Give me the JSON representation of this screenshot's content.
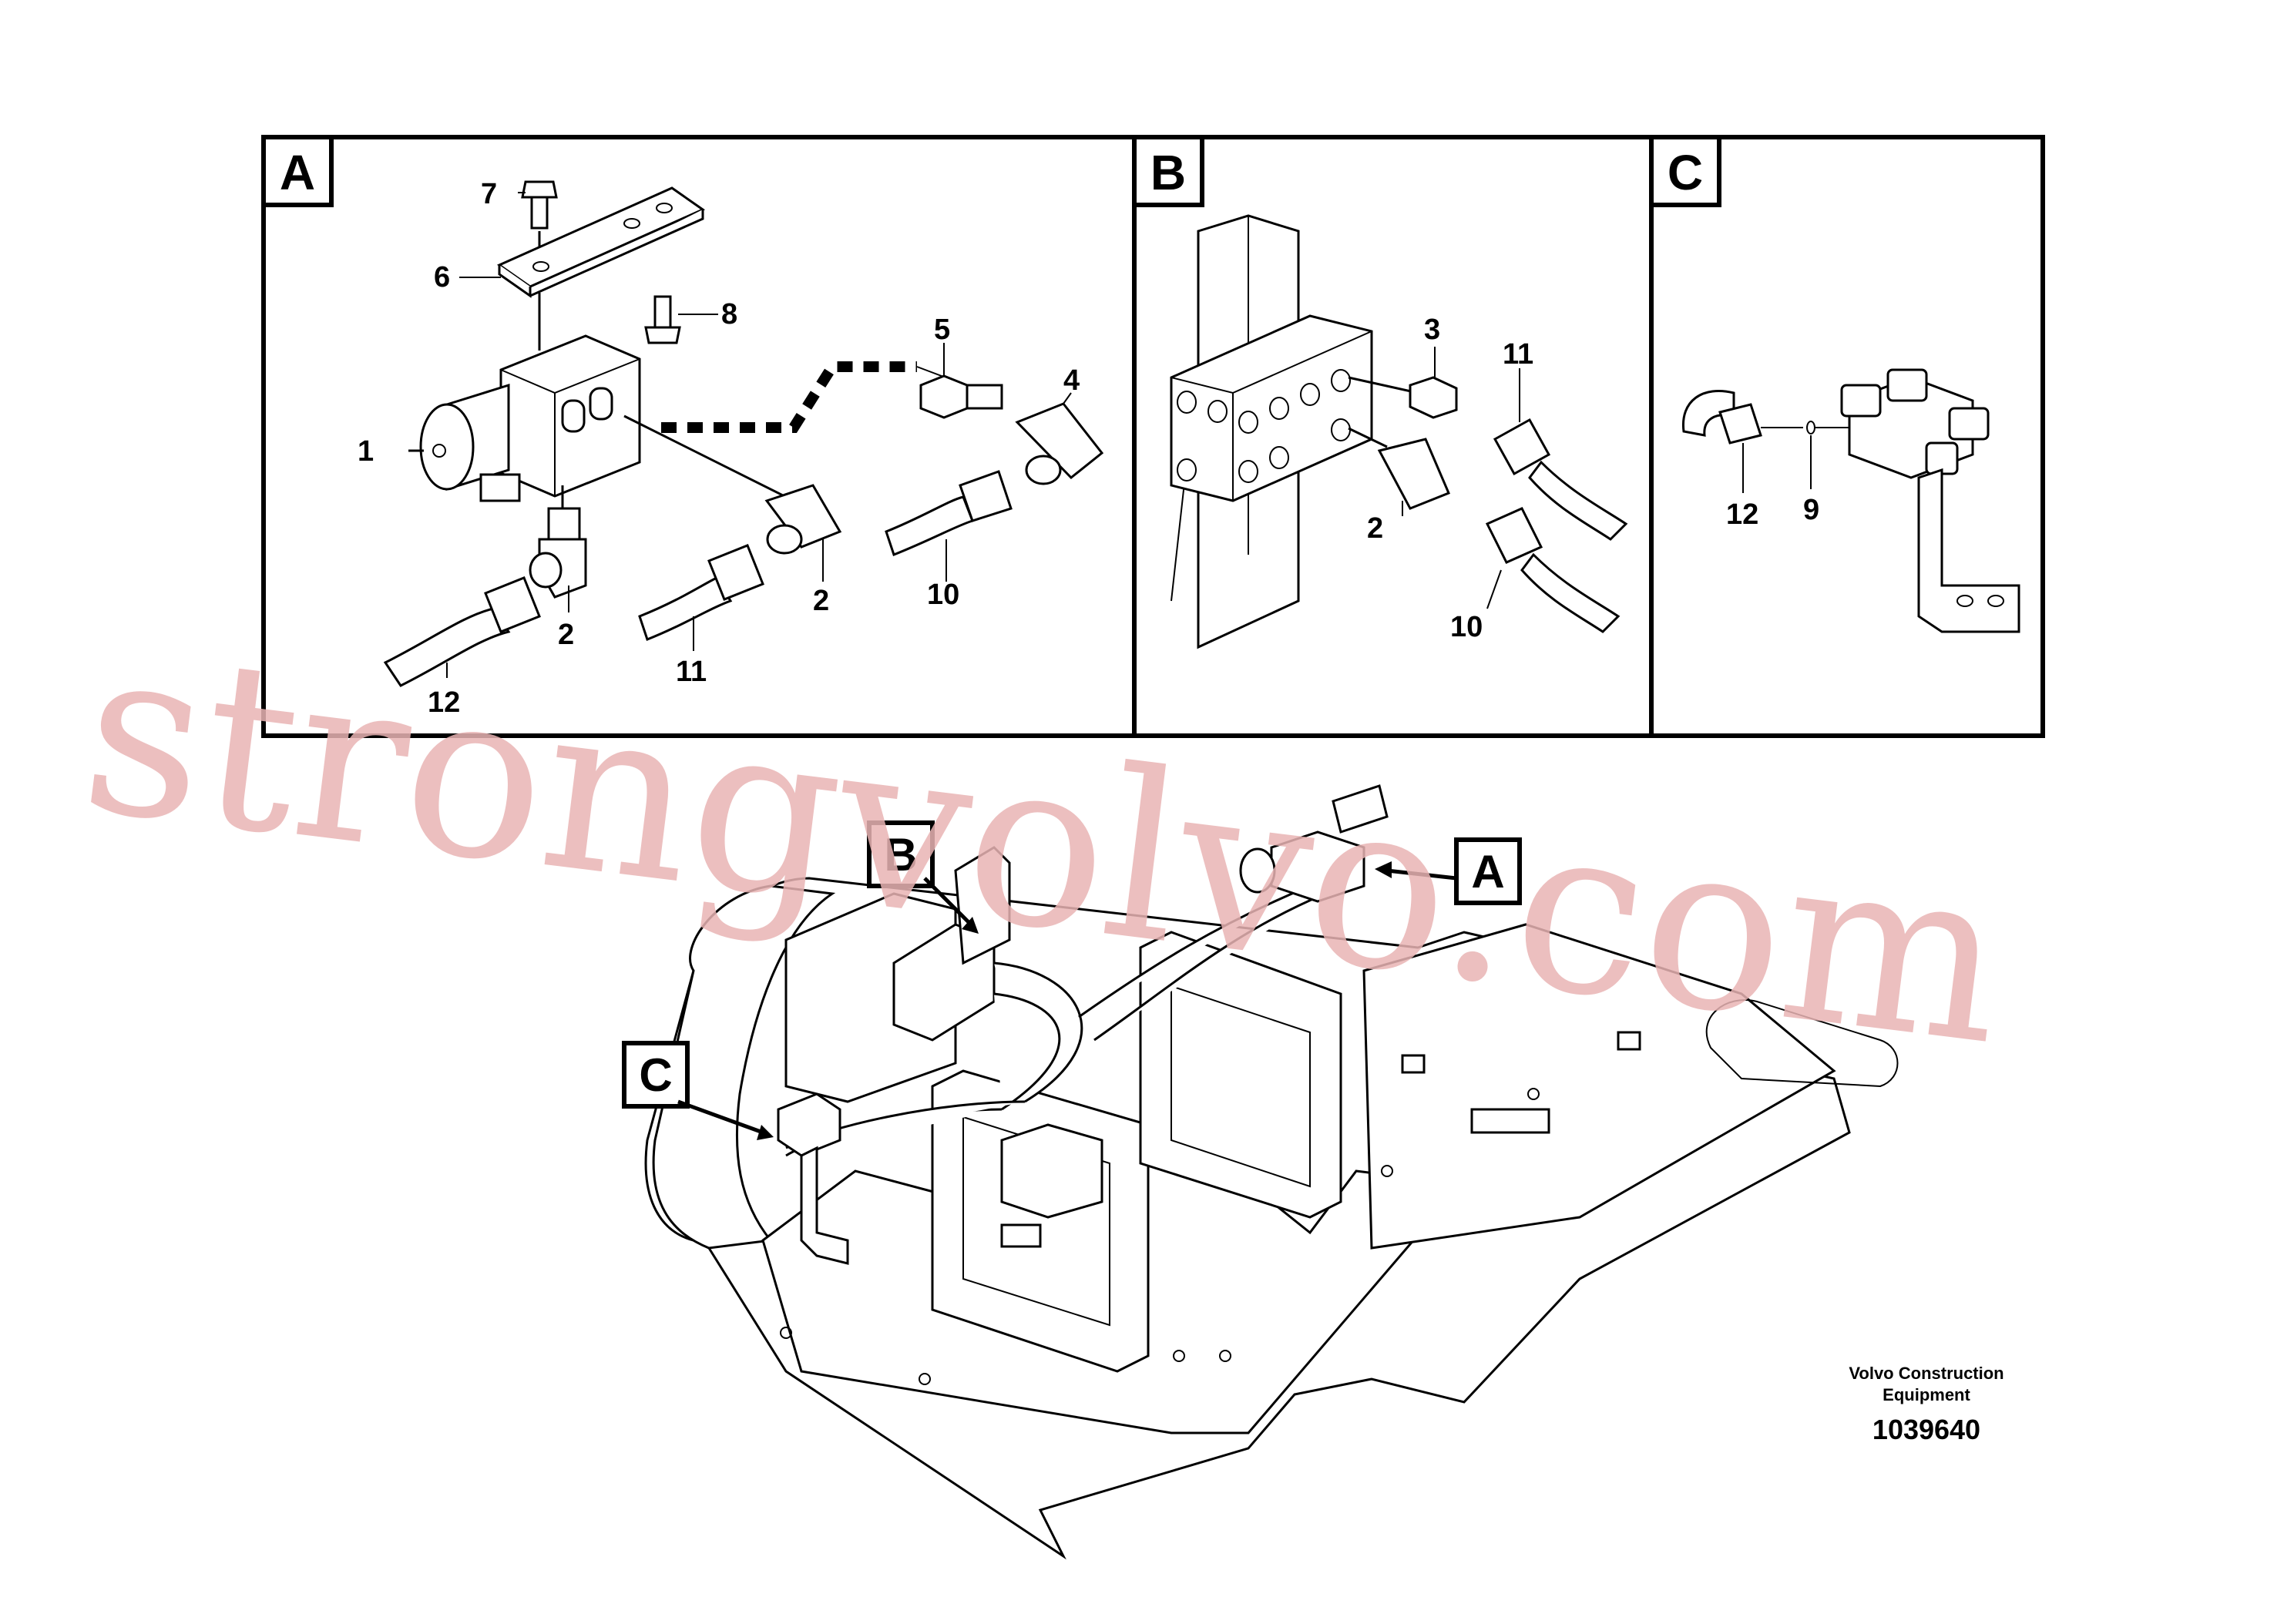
{
  "panels": [
    {
      "letter": "A"
    },
    {
      "letter": "B"
    },
    {
      "letter": "C"
    }
  ],
  "panel_a_labels": [
    "7",
    "6",
    "8",
    "5",
    "4",
    "1",
    "2",
    "2",
    "12",
    "11",
    "10"
  ],
  "panel_b_labels": [
    "3",
    "11",
    "2",
    "10"
  ],
  "panel_c_labels": [
    "12",
    "9"
  ],
  "callouts": [
    "B",
    "A",
    "C"
  ],
  "watermark": "strongvolvo.com",
  "footer": {
    "maker_line1": "Volvo Construction",
    "maker_line2": "Equipment",
    "document_number": "1039640"
  }
}
